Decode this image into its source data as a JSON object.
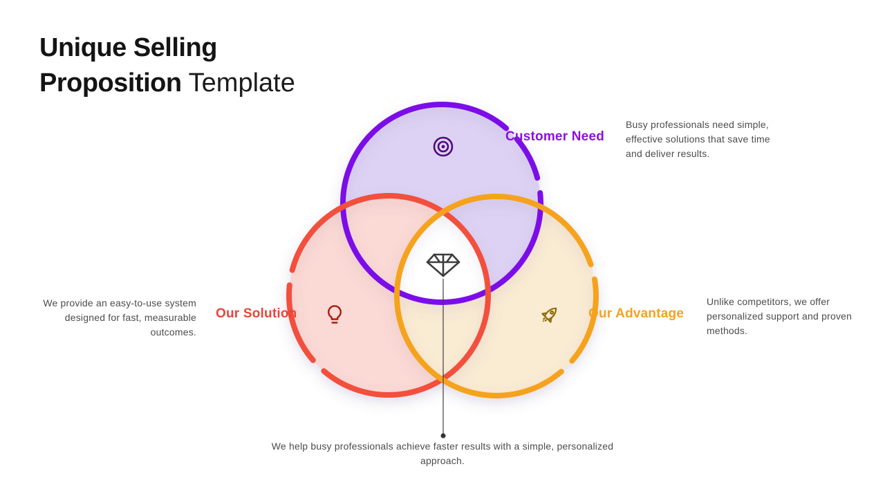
{
  "title": {
    "line1": "Unique Selling",
    "line2_bold": "Proposition",
    "line2_light": "Template"
  },
  "diagram": {
    "type": "venn-3",
    "circles": [
      {
        "name": "Customer Need",
        "description": "Busy professionals need simple, effective solutions that save time and deliver results.",
        "stroke_color": "#7c10e9",
        "fill_color": "#ddd2f3",
        "label_color": "#8a11dd",
        "icon": "target-icon",
        "icon_color": "#4f0b7c"
      },
      {
        "name": "Our Solution",
        "description": "We provide an easy-to-use system designed for fast, measurable outcomes.",
        "stroke_color": "#f2503e",
        "fill_color": "#fbd9d4",
        "label_color": "#e9463a",
        "icon": "lightbulb-icon",
        "icon_color": "#ab1a10"
      },
      {
        "name": "Our Advantage",
        "description": "Unlike competitors, we offer personalized support and proven methods.",
        "stroke_color": "#f5a31f",
        "fill_color": "#faebd3",
        "label_color": "#f5a21f",
        "icon": "rocket-icon",
        "icon_color": "#8c6b07"
      }
    ],
    "center": {
      "icon": "diamond-icon",
      "icon_color": "#3d3d3d",
      "fill_color": "#ffffff",
      "statement": "We help busy professionals achieve faster results with a simple, personalized approach."
    }
  }
}
